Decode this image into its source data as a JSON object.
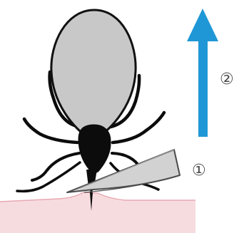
{
  "diagram": {
    "steps": [
      {
        "marker": "①",
        "meaning": "tool"
      },
      {
        "marker": "②",
        "meaning": "pull-direction"
      }
    ]
  },
  "colors": {
    "skin": "#f7dcdf",
    "skin_edge": "#e7a9b2",
    "tick_body": "#c8c8c8",
    "tick_outline": "#111111",
    "tick_head": "#0c0c0c",
    "tool_fill": "#d2d2d2",
    "tool_edge": "#4b4b4b",
    "arrow": "#1f97d6",
    "label": "#4a4a4a"
  },
  "icons": [
    "tick-illustration",
    "tick-removal-tool",
    "pull-arrow-icon"
  ]
}
